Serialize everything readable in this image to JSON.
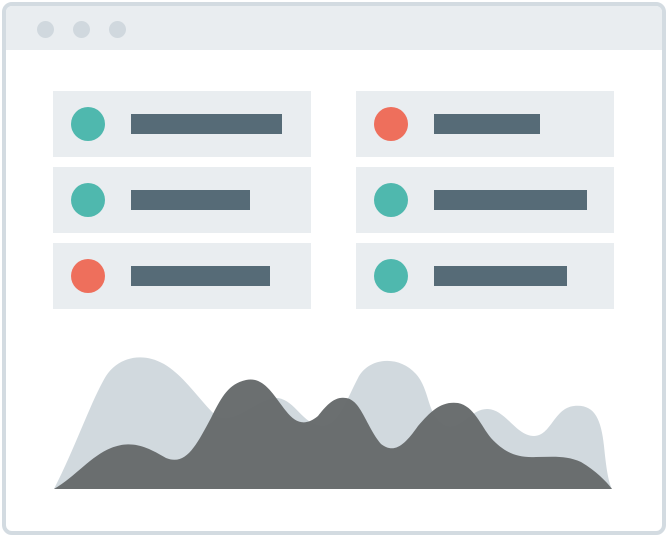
{
  "window": {
    "controls": [
      "window-dot-1",
      "window-dot-2",
      "window-dot-3"
    ],
    "control_color": "#d0d8de",
    "titlebar_color": "#e9edf0",
    "frame_color": "#d3dbe1"
  },
  "colors": {
    "ok": "#4fb8ae",
    "alert": "#ee6f5c",
    "bar": "#566b77",
    "card": "#e9edf0",
    "area_back": "#d1d9de",
    "area_front": "#666a6b"
  },
  "list": {
    "left": [
      {
        "status": "ok",
        "fill": 0.84
      },
      {
        "status": "ok",
        "fill": 0.66
      },
      {
        "status": "alert",
        "fill": 0.77
      }
    ],
    "right": [
      {
        "status": "alert",
        "fill": 0.59
      },
      {
        "status": "ok",
        "fill": 0.85
      },
      {
        "status": "ok",
        "fill": 0.74
      }
    ]
  }
}
